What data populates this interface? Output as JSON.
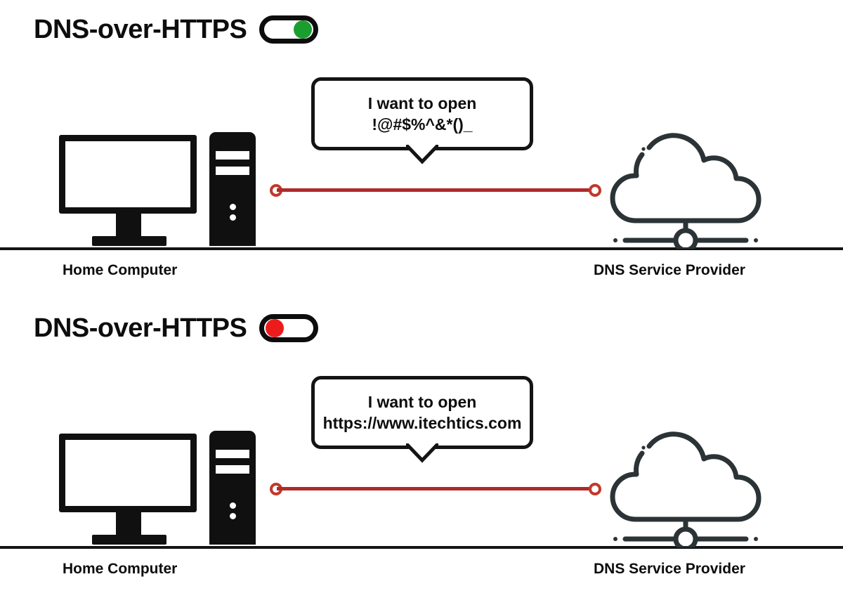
{
  "colors": {
    "ink": "#0d0d0d",
    "green_on": "#1a9e2e",
    "red_off": "#ed1c1c",
    "link_red": "#b02a2a",
    "cloud_outline": "#2b3336"
  },
  "panels": [
    {
      "id": "doh-enabled",
      "heading": {
        "title": "DNS-over-HTTPS",
        "toggle": {
          "state": "on",
          "knob_color": "#1a9e2e",
          "knob_position": "right"
        }
      },
      "bubble": {
        "line1": "I want to open",
        "line2": "!@#$%^&*()_"
      },
      "left_node": {
        "icon": "desktop-computer-icon",
        "caption": "Home Computer"
      },
      "right_node": {
        "icon": "cloud-network-icon",
        "caption": "DNS Service Provider"
      },
      "connection": {
        "color": "#b02a2a",
        "endpoint_color": "#c0392b"
      }
    },
    {
      "id": "doh-disabled",
      "heading": {
        "title": "DNS-over-HTTPS",
        "toggle": {
          "state": "off",
          "knob_color": "#ed1c1c",
          "knob_position": "left"
        }
      },
      "bubble": {
        "line1": "I want to open",
        "line2": "https://www.itechtics.com"
      },
      "left_node": {
        "icon": "desktop-computer-icon",
        "caption": "Home Computer"
      },
      "right_node": {
        "icon": "cloud-network-icon",
        "caption": "DNS Service Provider"
      },
      "connection": {
        "color": "#b02a2a",
        "endpoint_color": "#c0392b"
      }
    }
  ]
}
